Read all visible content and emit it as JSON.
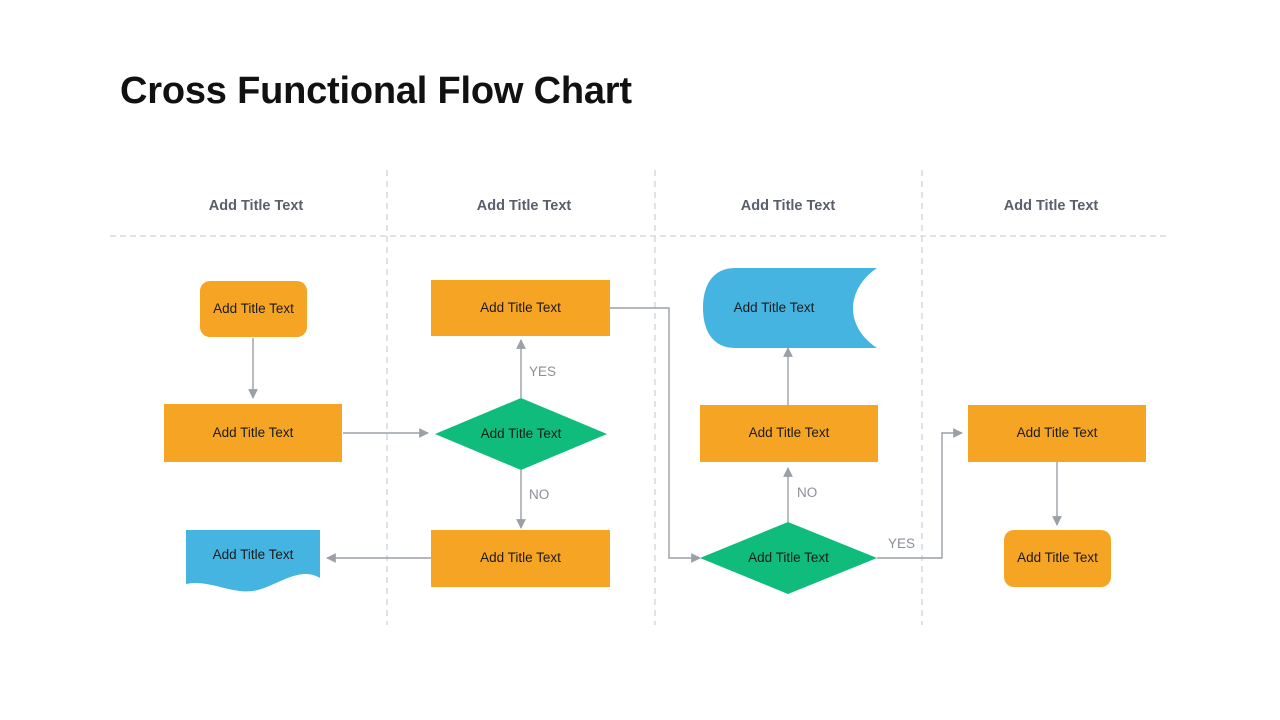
{
  "slide": {
    "title": "Cross Functional Flow Chart",
    "background": "#ffffff"
  },
  "colors": {
    "orange": "#F6A423",
    "green": "#0FBC7C",
    "blue": "#45B4E0",
    "connector": "#9aa0a6",
    "lane_line": "#cfd3d8",
    "header_text": "#59606b",
    "title_text": "#111111",
    "label_text": "#8a8f96"
  },
  "lanes": [
    {
      "id": "lane-1",
      "label": "Add Title Text"
    },
    {
      "id": "lane-2",
      "label": "Add Title Text"
    },
    {
      "id": "lane-3",
      "label": "Add Title Text"
    },
    {
      "id": "lane-4",
      "label": "Add Title Text"
    }
  ],
  "nodes": [
    {
      "id": "n1",
      "lane": 1,
      "shape": "rounded-rectangle",
      "color": "#F6A423",
      "label": "Add Title Text"
    },
    {
      "id": "n2",
      "lane": 1,
      "shape": "rectangle",
      "color": "#F6A423",
      "label": "Add Title Text"
    },
    {
      "id": "n3",
      "lane": 1,
      "shape": "document",
      "color": "#45B4E0",
      "label": "Add Title Text"
    },
    {
      "id": "n4",
      "lane": 2,
      "shape": "rectangle",
      "color": "#F6A423",
      "label": "Add Title Text"
    },
    {
      "id": "n5",
      "lane": 2,
      "shape": "diamond",
      "color": "#0FBC7C",
      "label": "Add Title Text"
    },
    {
      "id": "n6",
      "lane": 2,
      "shape": "rectangle",
      "color": "#F6A423",
      "label": "Add Title Text"
    },
    {
      "id": "n7",
      "lane": 3,
      "shape": "delay",
      "color": "#45B4E0",
      "label": "Add Title Text"
    },
    {
      "id": "n8",
      "lane": 3,
      "shape": "rectangle",
      "color": "#F6A423",
      "label": "Add Title Text"
    },
    {
      "id": "n9",
      "lane": 3,
      "shape": "diamond",
      "color": "#0FBC7C",
      "label": "Add Title Text"
    },
    {
      "id": "n10",
      "lane": 4,
      "shape": "rectangle",
      "color": "#F6A423",
      "label": "Add Title Text"
    },
    {
      "id": "n11",
      "lane": 4,
      "shape": "rounded-rectangle",
      "color": "#F6A423",
      "label": "Add Title Text"
    }
  ],
  "edge_labels": [
    {
      "id": "yes-1",
      "text": "YES"
    },
    {
      "id": "no-1",
      "text": "NO"
    },
    {
      "id": "no-2",
      "text": "NO"
    },
    {
      "id": "yes-2",
      "text": "YES"
    }
  ]
}
